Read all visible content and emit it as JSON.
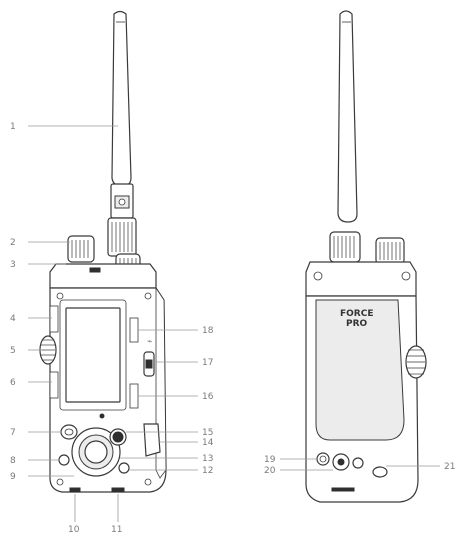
{
  "callouts": {
    "c1": "1",
    "c2": "2",
    "c3": "3",
    "c4": "4",
    "c5": "5",
    "c6": "6",
    "c7": "7",
    "c8": "8",
    "c9": "9",
    "c10": "10",
    "c11": "11",
    "c12": "12",
    "c13": "13",
    "c14": "14",
    "c15": "15",
    "c16": "16",
    "c17": "17",
    "c18": "18",
    "c19": "19",
    "c20": "20",
    "c21": "21"
  },
  "device": {
    "brand": "FORCE",
    "model": "PRO"
  },
  "colors": {
    "line": "#3a3a3a",
    "callout_text": "#7a7a7a",
    "leader": "#9a9a9a"
  }
}
